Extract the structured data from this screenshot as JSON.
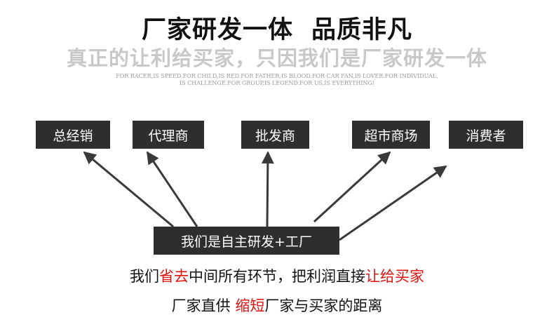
{
  "header": {
    "title_part1": "厂家研发一体",
    "title_part2": "品质非凡",
    "subtitle": "真正的让利给买家，只因我们是厂家研发一体",
    "slogan_line1": "FOR RACER,IS SPEED.FOR CHILD,IS RED.FOR FATHER,IS BLOOD.FOR CAR FAN,IS LOVER.FOR INDIVIDUAL,",
    "slogan_line2": "IS CHALLENGE.FOR GROUP,IS LEGEND.FOR US,IS EVERYTHING!"
  },
  "diagram": {
    "targets": [
      "总经销",
      "代理商",
      "批发商",
      "超市商场",
      "消费者"
    ],
    "source": "我们是自主研发+工厂"
  },
  "footer": {
    "line1": {
      "a": "我们",
      "b_red": "省去",
      "c": "中间所有环节，把利润直接",
      "d_red": "让给买家"
    },
    "line2": {
      "a": "厂家直供 ",
      "b_red": "缩短",
      "c": "厂家与买家的距离"
    }
  },
  "colors": {
    "box_fill": "#2e2e2e",
    "box_text": "#ffffff",
    "accent_red": "#e0120e",
    "subtitle_gray": "#c8c8c8"
  }
}
